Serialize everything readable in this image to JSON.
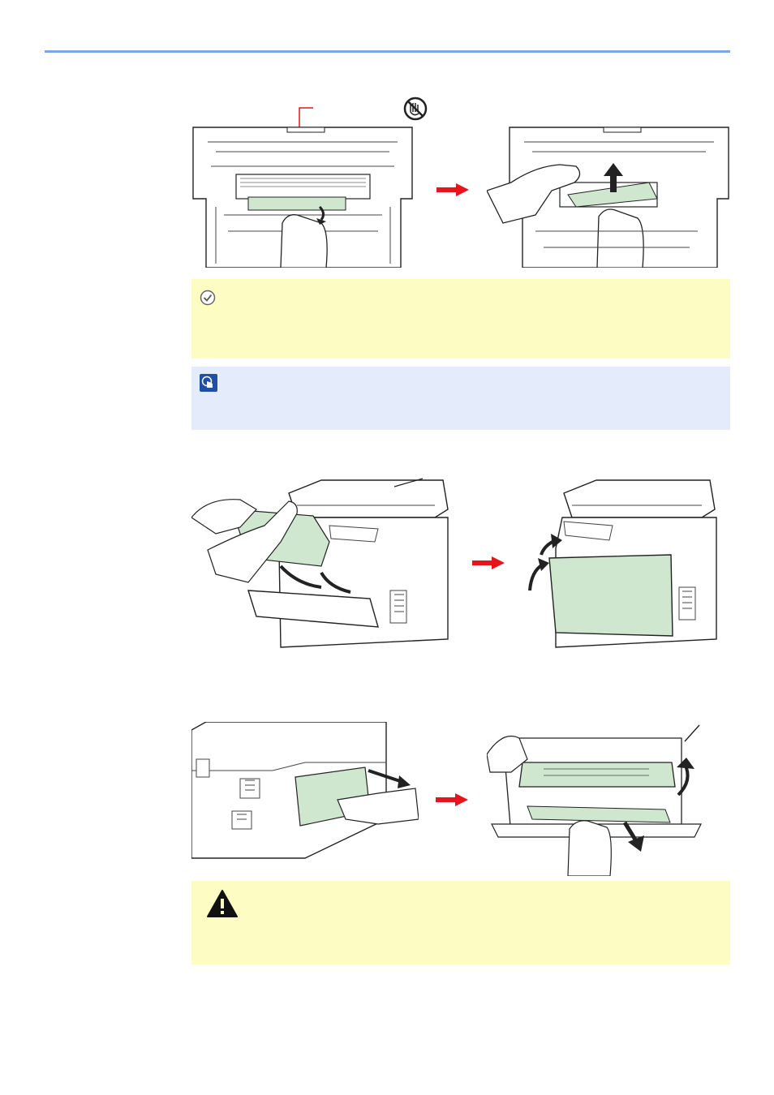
{
  "page": {
    "accent_rule_color": "#7aa7e8",
    "note_yellow": "#fdfcc3",
    "note_blue": "#e4ebfa",
    "arrow_color": "#e8141c",
    "part_green": "#cfe6cf"
  },
  "icons": {
    "do_not_touch": "no-touch-icon",
    "check": "check-circle-icon",
    "tip": "hand-pointer-icon",
    "caution": "warning-triangle-icon",
    "step_arrow": "red-right-arrow"
  },
  "figures": [
    "figure-drum-unit-jam-step-1",
    "figure-drum-unit-jam-step-2",
    "figure-toner-reinsert-step-1",
    "figure-toner-reinsert-step-2",
    "figure-rear-cover-open",
    "figure-rear-fuser-jam-remove"
  ]
}
